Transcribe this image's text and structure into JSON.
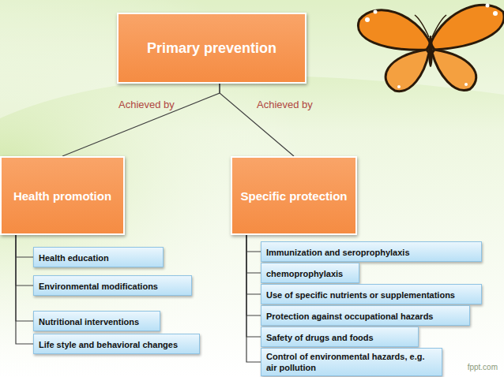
{
  "diagram": {
    "nodes": [
      {
        "text": [
          "Primary prevention"
        ]
      },
      {
        "text": [
          "Health promotion"
        ]
      },
      {
        "text": [
          "Specific protection"
        ]
      },
      {
        "text": [
          "Health education"
        ]
      },
      {
        "text": [
          "Environmental modifications"
        ]
      },
      {
        "text": [
          "Nutritional interventions"
        ]
      },
      {
        "text": [
          "Life style and behavioral changes"
        ]
      },
      {
        "text": [
          "Immunization and seroprophylaxis"
        ]
      },
      {
        "text": [
          "chemoprophylaxis"
        ]
      },
      {
        "text": [
          "Use of specific nutrients or supplementations"
        ]
      },
      {
        "text": [
          "Protection against occupational hazards"
        ]
      },
      {
        "text": [
          "Safety of drugs and foods"
        ]
      },
      {
        "text": [
          "Control of environmental hazards, e.g. air pollution"
        ]
      }
    ],
    "edges": [
      {
        "from": 0,
        "to": 1,
        "label": "Achieved by",
        "arrow": "none"
      },
      {
        "from": 0,
        "to": 2,
        "label": "Achieved by",
        "arrow": "none"
      },
      {
        "from": 1,
        "to": 3,
        "arrow": "none"
      },
      {
        "from": 1,
        "to": 4,
        "arrow": "none"
      },
      {
        "from": 1,
        "to": 5,
        "arrow": "none"
      },
      {
        "from": 1,
        "to": 6,
        "arrow": "none"
      },
      {
        "from": 2,
        "to": 7,
        "arrow": "none"
      },
      {
        "from": 2,
        "to": 8,
        "arrow": "none"
      },
      {
        "from": 2,
        "to": 9,
        "arrow": "none"
      },
      {
        "from": 2,
        "to": 10,
        "arrow": "none"
      },
      {
        "from": 2,
        "to": 11,
        "arrow": "none"
      },
      {
        "from": 2,
        "to": 12,
        "arrow": "none"
      }
    ],
    "labels": [
      "fppt.com"
    ]
  }
}
